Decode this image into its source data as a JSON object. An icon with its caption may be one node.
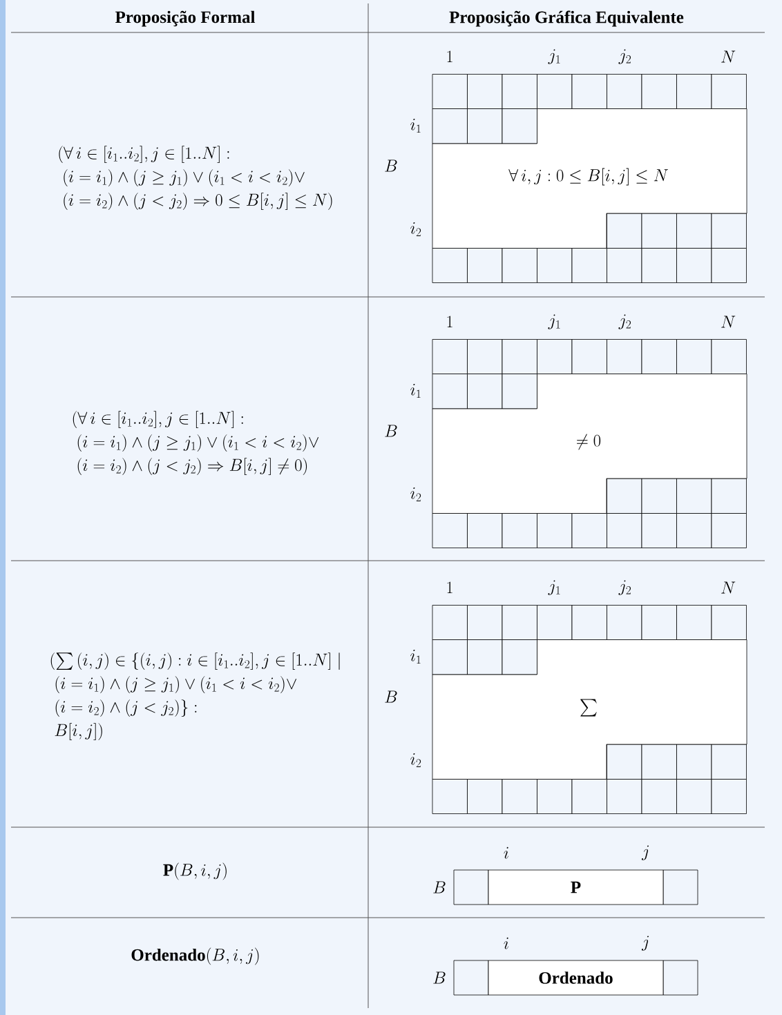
{
  "diagram": {
    "nodes": [
      {
        "text": [
          "\\forall\\, i,j : 0\\leq B[i,j]\\leq N"
        ]
      },
      {
        "text": [
          "\\neq 0"
        ]
      },
      {
        "text": [
          "\\sum"
        ]
      },
      {
        "text": [
          "\\textbf{P}"
        ]
      },
      {
        "text": [
          "\\textbf{Ordenado}"
        ]
      }
    ],
    "labels": [
      "Proposição Formal",
      "Proposição Gráfica Equivalente",
      "\\begin{array}{@{}l@{}}(\\forall\\, i\\in[i_1..i_2], j\\in[1..N] :\\\\ \\;(i=i_1)\\wedge(j\\geq j_1)\\vee(i_1<i<i_2)\\vee\\\\ \\;(i=i_2)\\wedge(j<j_2)\\Rightarrow 0\\leq B[i,j]\\leq N)\\end{array}",
      "1",
      "j_1",
      "j_2",
      "N",
      "i_1",
      "B",
      "i_2",
      "\\begin{array}{@{}l@{}}(\\forall\\, i\\in[i_1..i_2], j\\in[1..N] :\\\\ \\;(i=i_1)\\wedge(j\\geq j_1)\\vee(i_1<i<i_2)\\vee\\\\ \\;(i=i_2)\\wedge(j<j_2)\\Rightarrow B[i,j]\\neq 0)\\end{array}",
      "1",
      "j_1",
      "j_2",
      "N",
      "i_1",
      "B",
      "i_2",
      "\\begin{array}{@{}l@{}}(\\sum\\,(i,j)\\in\\{(i,j):i\\in[i_1..i_2], j\\in[1..N]\\mid\\\\ \\;(i=i_1)\\wedge(j\\geq j_1)\\vee(i_1<i<i_2)\\vee\\\\ \\;(i=i_2)\\wedge(j<j_2)\\} :\\\\ \\;B[i,j])\\end{array}",
      "1",
      "j_1",
      "j_2",
      "N",
      "i_1",
      "B",
      "i_2",
      "\\textbf{P}(B,i,j)",
      "i",
      "j",
      "B",
      "\\textbf{Ordenado}(B,i,j)",
      "i",
      "j",
      "B"
    ]
  }
}
